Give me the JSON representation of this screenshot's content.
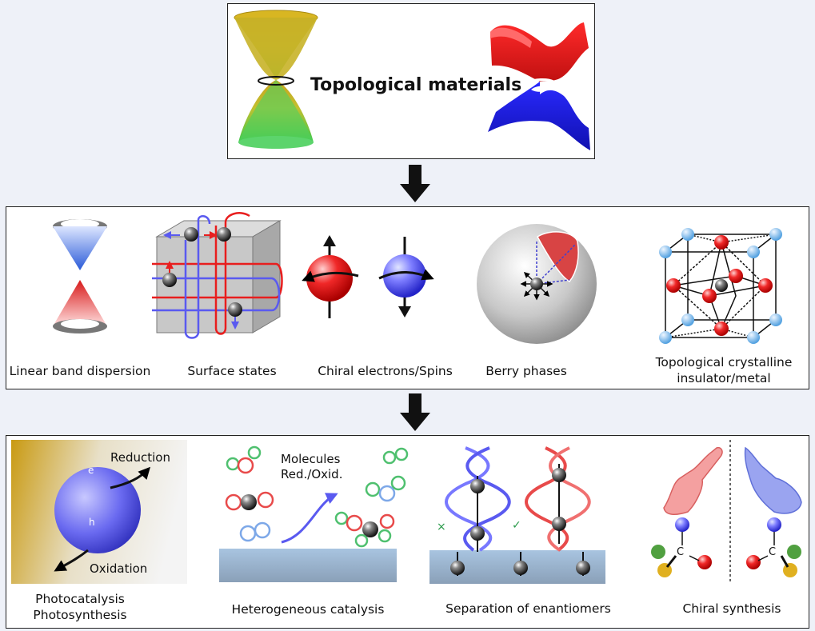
{
  "top": {
    "title": "Topological materials"
  },
  "middle": {
    "labels": {
      "linear": "Linear band dispersion",
      "surface": "Surface states",
      "chiral": "Chiral electrons/Spins",
      "berry": "Berry phases",
      "tci_line1": "Topological crystalline",
      "tci_line2": "insulator/metal"
    }
  },
  "bottom": {
    "photocatalysis": {
      "reduction": "Reduction",
      "oxidation": "Oxidation",
      "e": "e",
      "h": "h",
      "label_line1": "Photocatalysis",
      "label_line2": "Photosynthesis"
    },
    "heterogeneous": {
      "molecules_line1": "Molecules",
      "molecules_line2": "Red./Oxid.",
      "label": "Heterogeneous catalysis"
    },
    "separation": {
      "cross": "×",
      "check": "✓",
      "label": "Separation of enantiomers"
    },
    "chiral_synthesis": {
      "atom_left": "C",
      "atom_right": "C",
      "label": "Chiral synthesis"
    }
  },
  "colors": {
    "red": "#e8333a",
    "blue": "#3a3af0",
    "gold": "#c9a227",
    "substrate": "#8fb0d0"
  }
}
